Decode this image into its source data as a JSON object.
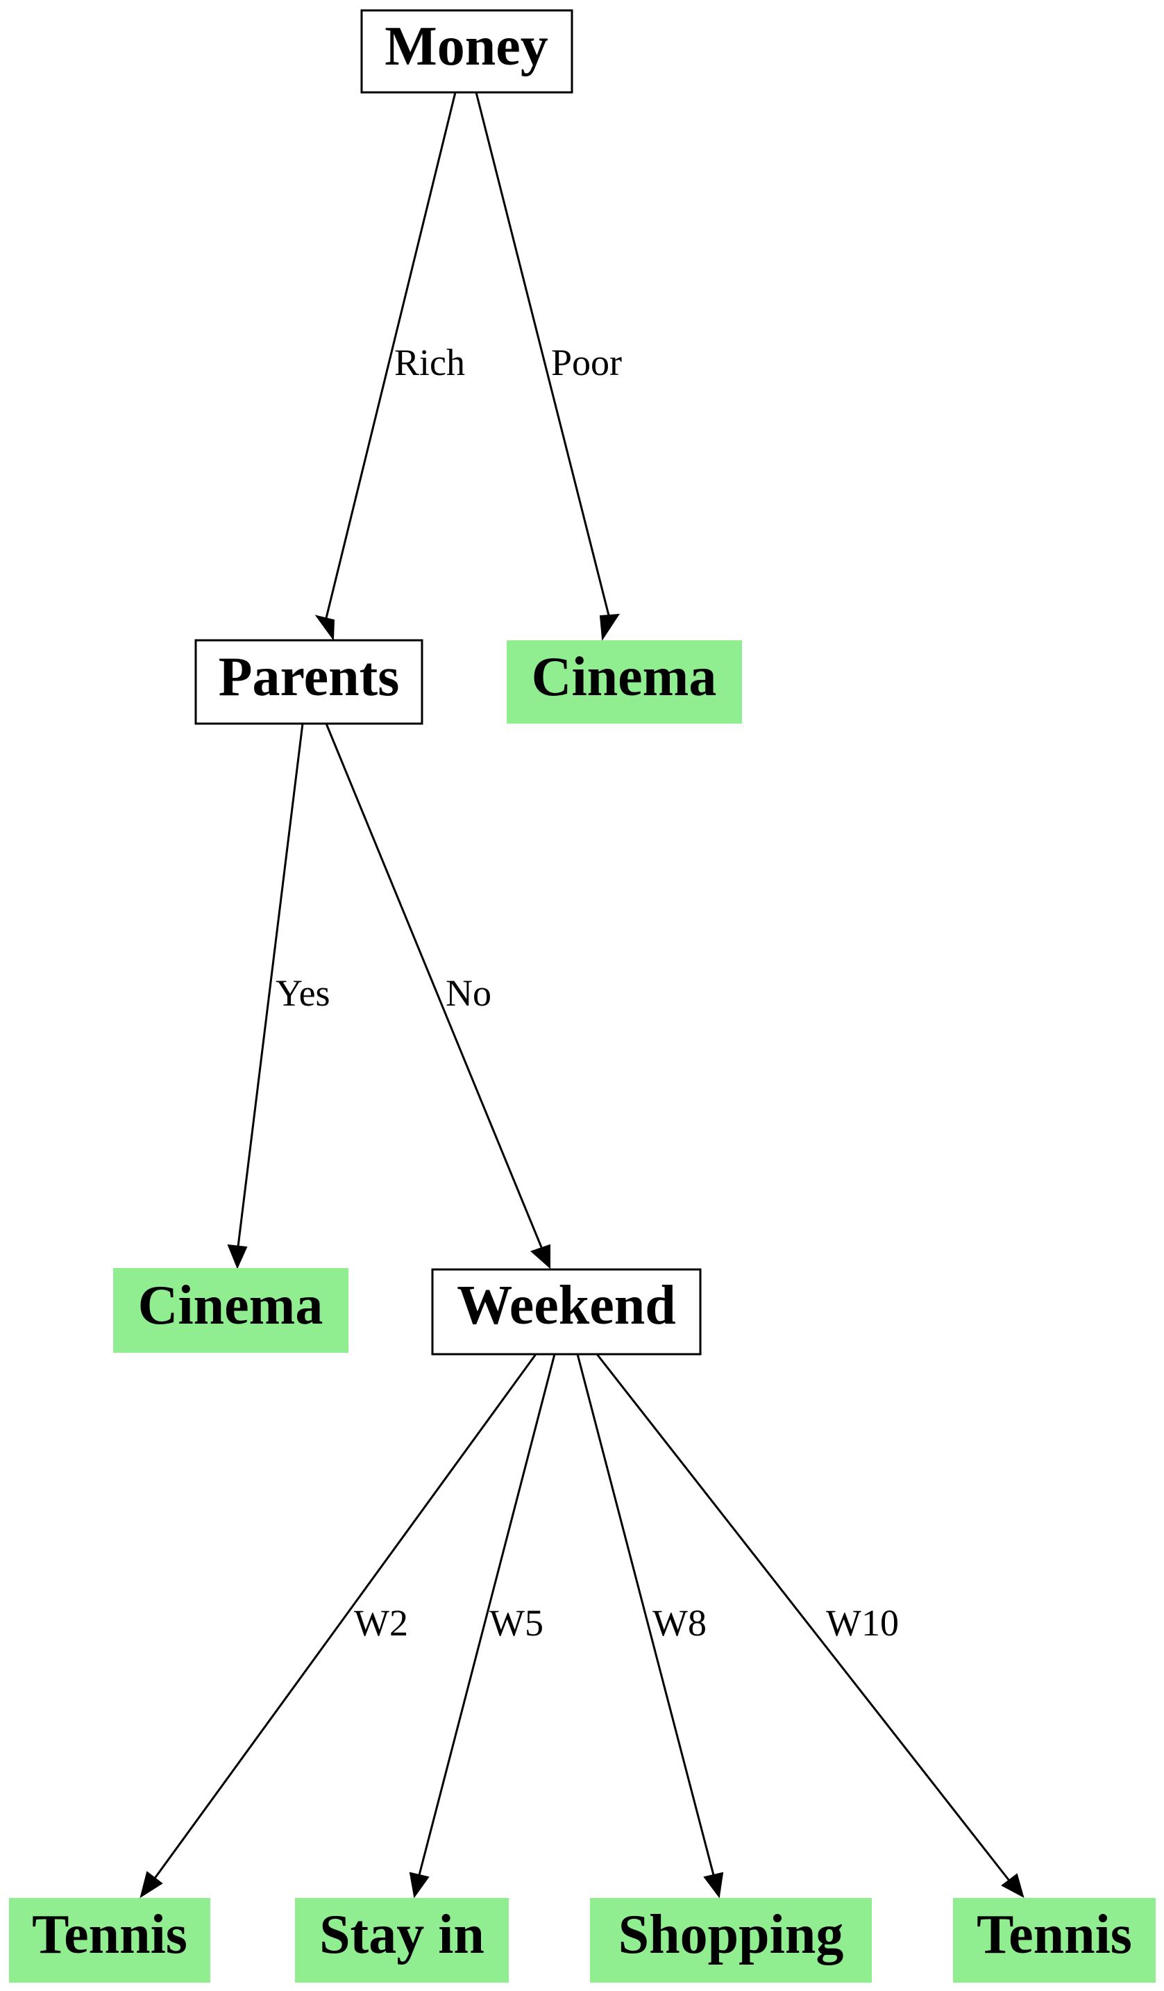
{
  "nodes": {
    "money": "Money",
    "parents": "Parents",
    "cinema_poor": "Cinema",
    "cinema_yes": "Cinema",
    "weekend": "Weekend",
    "tennis_w2": "Tennis",
    "stay_in_w5": "Stay in",
    "shopping_w8": "Shopping",
    "tennis_w10": "Tennis"
  },
  "edges": {
    "rich": "Rich",
    "poor": "Poor",
    "yes": "Yes",
    "no": "No",
    "w2": "W2",
    "w5": "W5",
    "w8": "W8",
    "w10": "W10"
  },
  "colors": {
    "leaf_fill": "#90ee90",
    "decision_fill": "#ffffff"
  }
}
